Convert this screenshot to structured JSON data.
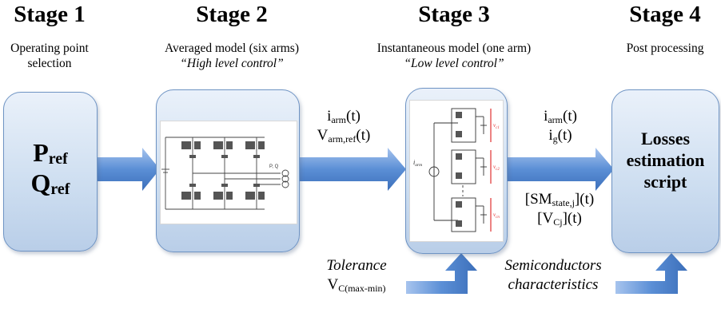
{
  "stages": [
    {
      "title": "Stage 1",
      "desc_line1": "Operating point",
      "desc_line2": "selection"
    },
    {
      "title": "Stage 2",
      "desc_line1": "Averaged model (six arms)",
      "desc_line2": "“High level control”"
    },
    {
      "title": "Stage 3",
      "desc_line1": "Instantaneous model (one arm)",
      "desc_line2": "“Low level control”"
    },
    {
      "title": "Stage 4",
      "desc_line1": "Post processing",
      "desc_line2": ""
    }
  ],
  "stage1_box": {
    "p_main": "P",
    "p_sub": "ref",
    "q_main": "Q",
    "q_sub": "ref"
  },
  "stage2_circuit": {
    "pq_label": "P, Q"
  },
  "stage3_circuit": {
    "iarm_label": "i",
    "iarm_sub": "arm",
    "vc1": "v",
    "vc1_sub": "c1",
    "vc2": "v",
    "vc2_sub": "c2",
    "vcn": "v",
    "vcn_sub": "cn"
  },
  "arrow23": {
    "l1_main": "i",
    "l1_sub": "arm",
    "l1_tail": "(t)",
    "l2_main": "V",
    "l2_sub": "arm,ref",
    "l2_tail": "(t)"
  },
  "arrow34": {
    "l1_main": "i",
    "l1_sub": "arm",
    "l1_tail": "(t)",
    "l2_main": "i",
    "l2_sub": "g",
    "l2_tail": "(t)",
    "l3_main": "[SM",
    "l3_sub": "state,j",
    "l3_tail": "](t)",
    "l4_main": "[V",
    "l4_sub": "Cj",
    "l4_tail": "](t)"
  },
  "stage4_box": {
    "line1": "Losses",
    "line2": "estimation",
    "line3": "script"
  },
  "bottom_inputs": {
    "tolerance": "Tolerance",
    "vc_main": "V",
    "vc_sub": "C(max-min)",
    "semi_line1": "Semiconductors",
    "semi_line2": "characteristics"
  },
  "colors": {
    "arrow": "#5b8fd6",
    "box_border": "#6f94c4",
    "red_mark": "#e03030"
  }
}
